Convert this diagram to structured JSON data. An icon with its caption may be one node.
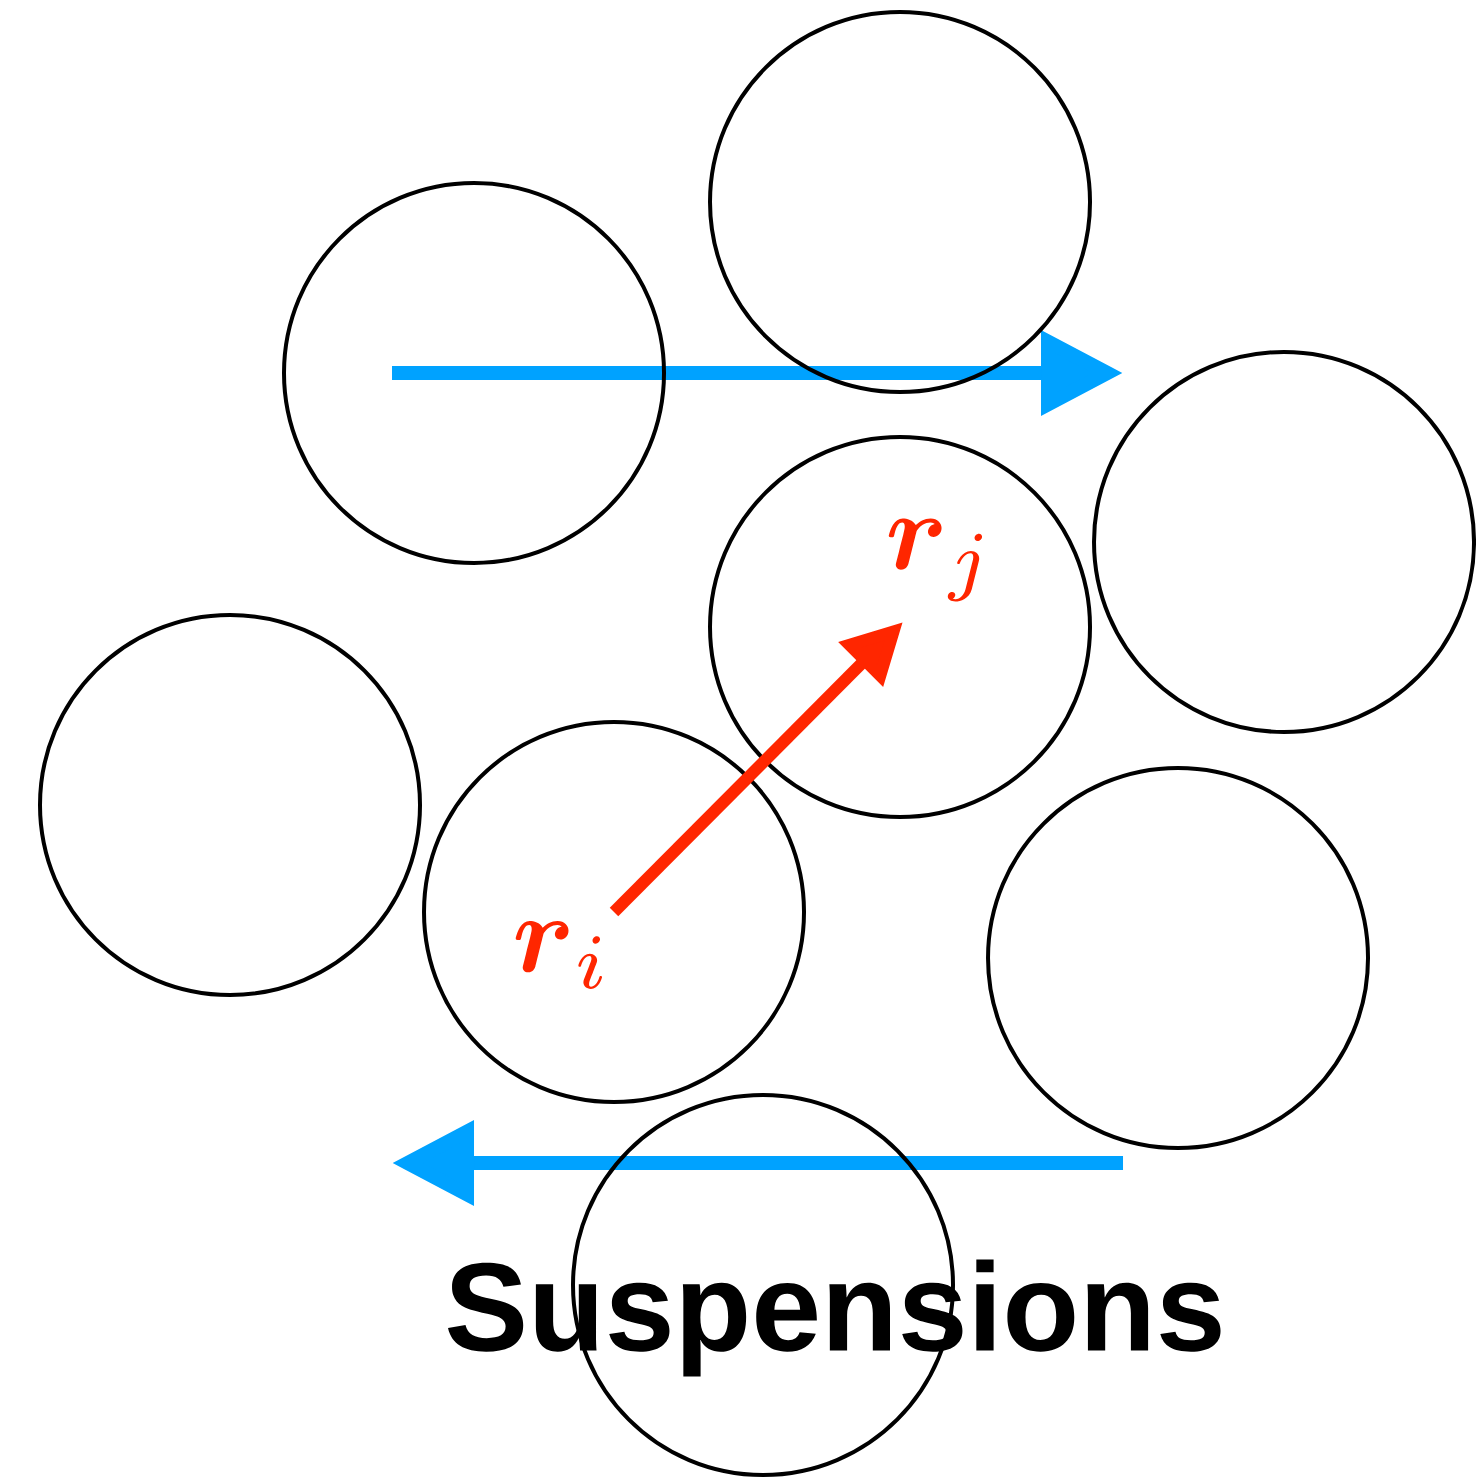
{
  "diagram": {
    "title": "Suspensions",
    "nodes": [
      {
        "text": [],
        "shape": "circle"
      },
      {
        "text": [],
        "shape": "circle"
      },
      {
        "text": [],
        "shape": "circle"
      },
      {
        "text": [
          "\\boldsymbol{r}_j"
        ]
      },
      {
        "text": [],
        "shape": "circle"
      },
      {
        "text": [
          "\\boldsymbol{r}_i"
        ]
      },
      {
        "text": [],
        "shape": "circle"
      },
      {
        "text": [],
        "shape": "circle"
      }
    ],
    "edges": [
      {
        "from": 5,
        "to": 3,
        "arrow": "to",
        "color": "#ff2600"
      }
    ]
  }
}
